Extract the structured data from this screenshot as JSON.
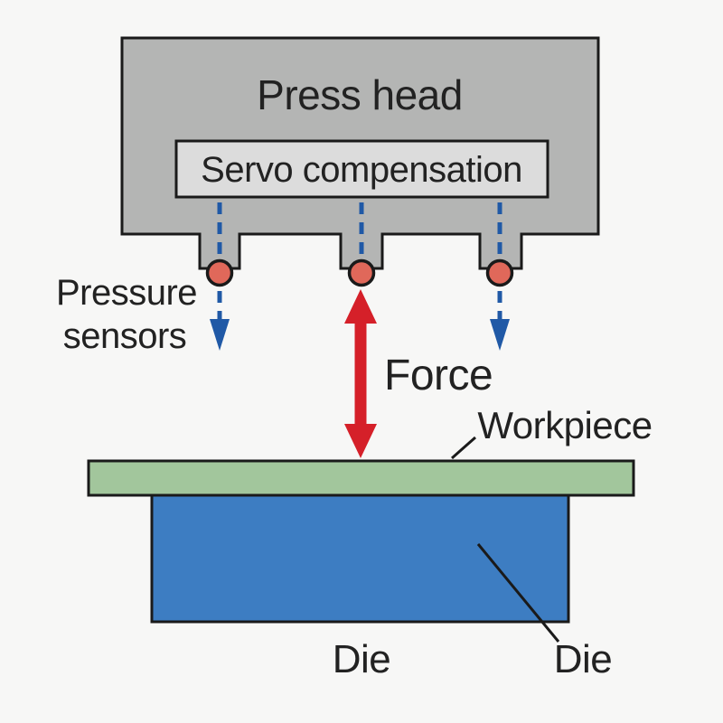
{
  "diagram": {
    "press_head": {
      "label": "Press head"
    },
    "servo_compensation": {
      "label": "Servo compensation"
    },
    "pressure_sensors": {
      "label_line1": "Pressure",
      "label_line2": "sensors",
      "count": 3
    },
    "force_arrow": {
      "label": "Force",
      "direction": "double-vertical"
    },
    "workpiece": {
      "label": "Workpiece"
    },
    "die": {
      "label_center": "Die",
      "label_right": "Die"
    }
  },
  "colors": {
    "background": "#f7f7f6",
    "machine_gray": "#b4b5b4",
    "servo_panel": "#dcdcdc",
    "outline": "#1a1a1a",
    "sensor_fill": "#e0685a",
    "dashed_arrow_blue": "#2059a6",
    "force_red": "#d52029",
    "workpiece_green": "#a2c69c",
    "die_blue": "#3d7dc2",
    "label_text": "#222222"
  }
}
